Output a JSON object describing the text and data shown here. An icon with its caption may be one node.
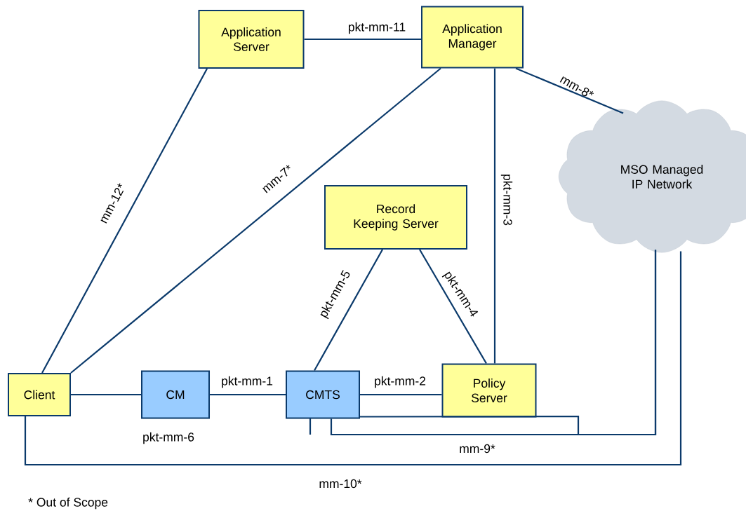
{
  "diagram": {
    "nodes": [
      {
        "text": [
          "Application Server"
        ]
      },
      {
        "text": [
          "Application Manager"
        ]
      },
      {
        "text": [
          "MSO Managed IP Network"
        ]
      },
      {
        "text": [
          "Record Keeping Server"
        ]
      },
      {
        "text": [
          "Client"
        ]
      },
      {
        "text": [
          "CM"
        ]
      },
      {
        "text": [
          "CMTS"
        ]
      },
      {
        "text": [
          "Policy Server"
        ]
      }
    ],
    "edges": [
      {
        "from": 0,
        "to": 1,
        "arrow": "none",
        "label": "pkt-mm-11"
      },
      {
        "from": 0,
        "to": 4,
        "arrow": "none",
        "label": "mm-12*"
      },
      {
        "from": 1,
        "to": 4,
        "arrow": "none",
        "label": "mm-7*"
      },
      {
        "from": 1,
        "to": 7,
        "arrow": "none",
        "label": "pkt-mm-3"
      },
      {
        "from": 1,
        "to": 2,
        "arrow": "none",
        "label": "mm-8*"
      },
      {
        "from": 3,
        "to": 6,
        "arrow": "none",
        "label": "pkt-mm-5"
      },
      {
        "from": 3,
        "to": 7,
        "arrow": "none",
        "label": "pkt-mm-4"
      },
      {
        "from": 4,
        "to": 5,
        "arrow": "none",
        "label": "pkt-mm-6"
      },
      {
        "from": 5,
        "to": 6,
        "arrow": "none",
        "label": "pkt-mm-1"
      },
      {
        "from": 6,
        "to": 7,
        "arrow": "none",
        "label": "pkt-mm-2"
      },
      {
        "from": 6,
        "to": 2,
        "arrow": "none",
        "label": "mm-9*"
      },
      {
        "from": 6,
        "to": 2,
        "arrow": "none"
      },
      {
        "from": 4,
        "to": 2,
        "arrow": "none",
        "label": "mm-10*"
      }
    ],
    "labels": [
      "* Out of Scope"
    ]
  }
}
